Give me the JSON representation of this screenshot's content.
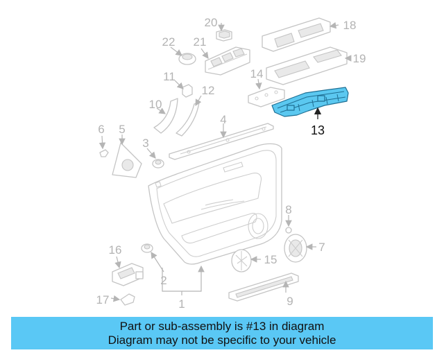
{
  "diagram": {
    "highlighted_part": "13",
    "highlight_color": "#5bc8f0",
    "callouts": [
      "1",
      "2",
      "3",
      "4",
      "5",
      "6",
      "7",
      "8",
      "9",
      "10",
      "11",
      "12",
      "13",
      "14",
      "15",
      "16",
      "17",
      "18",
      "19",
      "20",
      "21",
      "22"
    ]
  },
  "banner": {
    "line1": "Part or sub-assembly is #13 in diagram",
    "line2": "Diagram may not be specific to your vehicle",
    "background_color": "#5ac8f5"
  }
}
